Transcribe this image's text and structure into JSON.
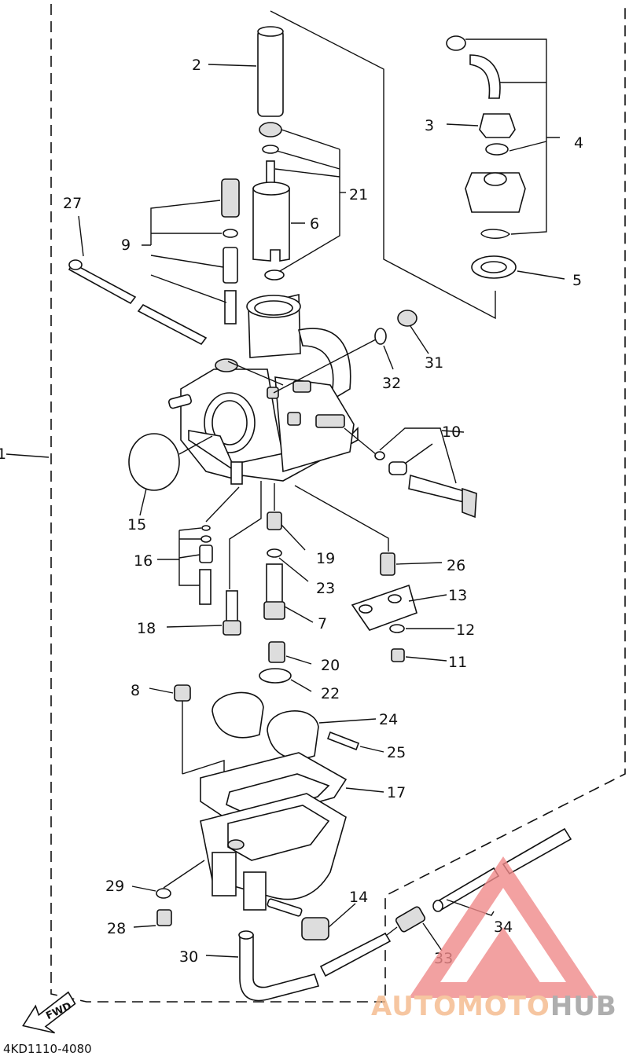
{
  "diagram": {
    "part_code": "4KD1110-4080",
    "fwd_label": "FWD",
    "callouts": [
      {
        "id": "c1",
        "text": "1"
      },
      {
        "id": "c2",
        "text": "2"
      },
      {
        "id": "c3",
        "text": "3"
      },
      {
        "id": "c4",
        "text": "4"
      },
      {
        "id": "c5",
        "text": "5"
      },
      {
        "id": "c6",
        "text": "6"
      },
      {
        "id": "c7",
        "text": "7"
      },
      {
        "id": "c8",
        "text": "8"
      },
      {
        "id": "c9",
        "text": "9"
      },
      {
        "id": "c10",
        "text": "10"
      },
      {
        "id": "c11",
        "text": "11"
      },
      {
        "id": "c12",
        "text": "12"
      },
      {
        "id": "c13",
        "text": "13"
      },
      {
        "id": "c14",
        "text": "14"
      },
      {
        "id": "c15",
        "text": "15"
      },
      {
        "id": "c16",
        "text": "16"
      },
      {
        "id": "c17",
        "text": "17"
      },
      {
        "id": "c18",
        "text": "18"
      },
      {
        "id": "c19",
        "text": "19"
      },
      {
        "id": "c20",
        "text": "20"
      },
      {
        "id": "c21",
        "text": "21"
      },
      {
        "id": "c22",
        "text": "22"
      },
      {
        "id": "c23",
        "text": "23"
      },
      {
        "id": "c24",
        "text": "24"
      },
      {
        "id": "c25",
        "text": "25"
      },
      {
        "id": "c26",
        "text": "26"
      },
      {
        "id": "c27",
        "text": "27"
      },
      {
        "id": "c28",
        "text": "28"
      },
      {
        "id": "c29",
        "text": "29"
      },
      {
        "id": "c30",
        "text": "30"
      },
      {
        "id": "c31",
        "text": "31"
      },
      {
        "id": "c32",
        "text": "32"
      },
      {
        "id": "c33",
        "text": "33"
      },
      {
        "id": "c34",
        "text": "34"
      }
    ]
  },
  "watermark": {
    "part1": "AUTOMOTO",
    "part2": "HUB",
    "logo_color": "#f08a8a",
    "text_color": "#f5b98a",
    "hub_color": "#9a9a9a"
  }
}
